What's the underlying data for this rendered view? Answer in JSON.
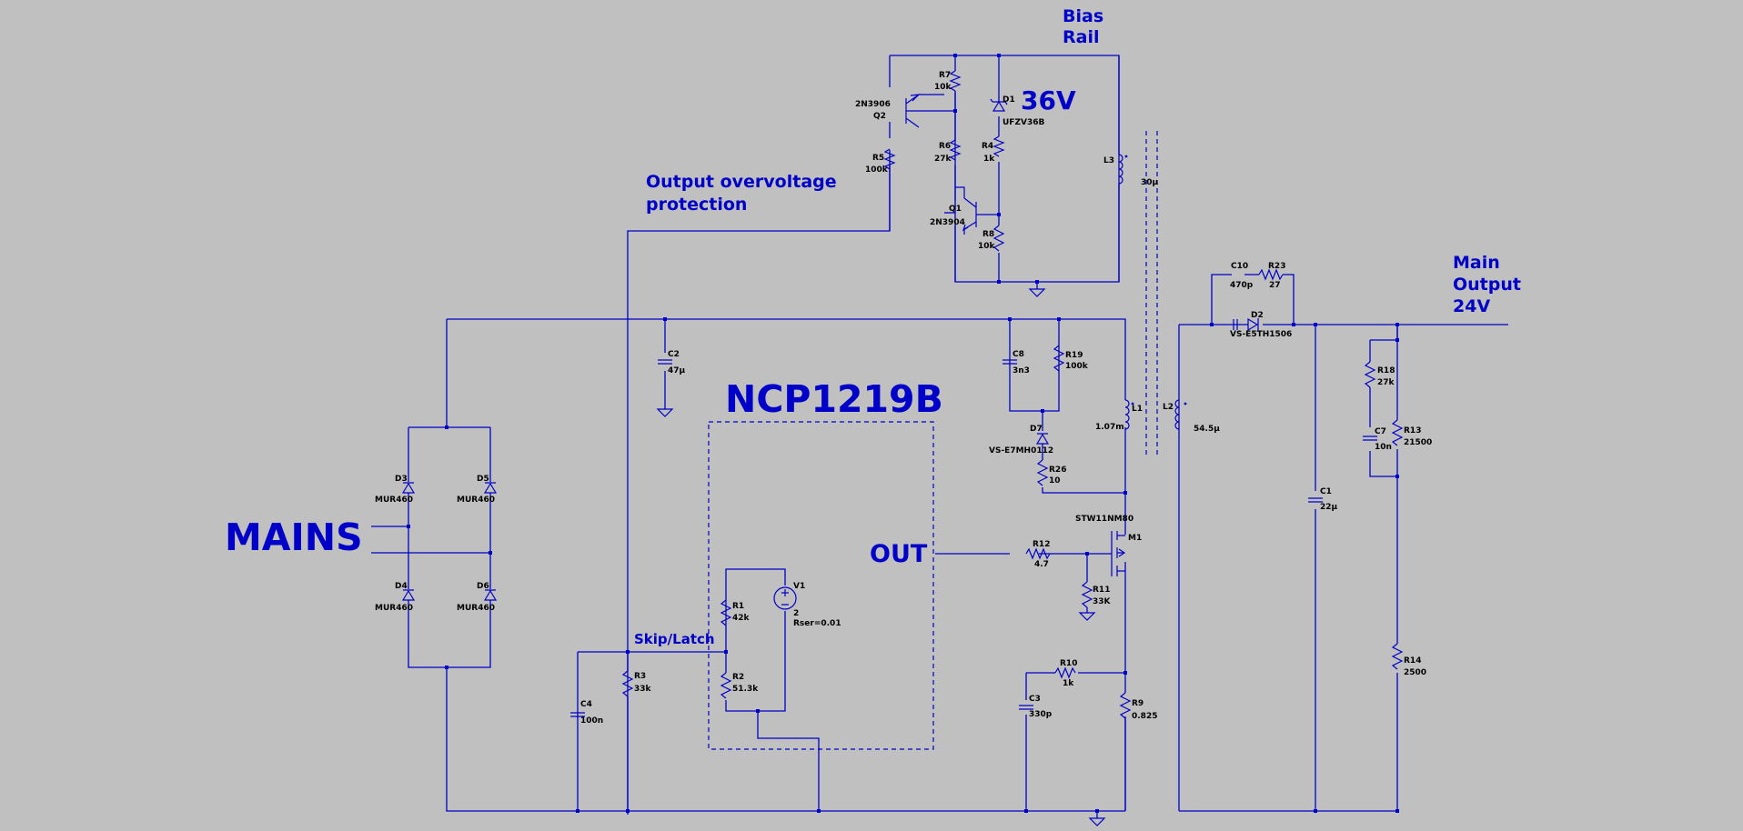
{
  "labels": {
    "bias_rail": [
      "Bias",
      "Rail"
    ],
    "v36": "36V",
    "ovp": [
      "Output overvoltage",
      "protection"
    ],
    "ic": "NCP1219B",
    "mains": "MAINS",
    "out": "OUT",
    "skip": "Skip/Latch",
    "main_output": [
      "Main",
      "Output",
      "24V"
    ]
  },
  "components": [
    {
      "ref": "R7",
      "value": "10k"
    },
    {
      "ref": "Q2",
      "value": "2N3906"
    },
    {
      "ref": "D1",
      "value": "UFZV36B"
    },
    {
      "ref": "R5",
      "value": "100k"
    },
    {
      "ref": "R6",
      "value": "27k"
    },
    {
      "ref": "R4",
      "value": "1k"
    },
    {
      "ref": "L3",
      "value": "30µ"
    },
    {
      "ref": "Q1",
      "value": "2N3904"
    },
    {
      "ref": "R8",
      "value": "10k"
    },
    {
      "ref": "C2",
      "value": "47µ"
    },
    {
      "ref": "C8",
      "value": "3n3"
    },
    {
      "ref": "R19",
      "value": "100k"
    },
    {
      "ref": "L1",
      "value": "1.07m"
    },
    {
      "ref": "D7",
      "value": "VS-E7MH0112"
    },
    {
      "ref": "R26",
      "value": "10"
    },
    {
      "ref": "M1",
      "value": "STW11NM80"
    },
    {
      "ref": "R12",
      "value": "4.7"
    },
    {
      "ref": "R11",
      "value": "33K"
    },
    {
      "ref": "R10",
      "value": "1k"
    },
    {
      "ref": "C3",
      "value": "330p"
    },
    {
      "ref": "R9",
      "value": "0.825"
    },
    {
      "ref": "D3",
      "value": "MUR460"
    },
    {
      "ref": "D5",
      "value": "MUR460"
    },
    {
      "ref": "D4",
      "value": "MUR460"
    },
    {
      "ref": "D6",
      "value": "MUR460"
    },
    {
      "ref": "C4",
      "value": "100n"
    },
    {
      "ref": "R3",
      "value": "33k"
    },
    {
      "ref": "R1",
      "value": "42k"
    },
    {
      "ref": "R2",
      "value": "51.3k"
    },
    {
      "ref": "V1",
      "value": "2",
      "extra": "Rser=0.01"
    },
    {
      "ref": "C10",
      "value": "470p"
    },
    {
      "ref": "R23",
      "value": "27"
    },
    {
      "ref": "D2",
      "value": "VS-E5TH1506"
    },
    {
      "ref": "L2",
      "value": "54.5µ"
    },
    {
      "ref": "C1",
      "value": "22µ"
    },
    {
      "ref": "R18",
      "value": "27k"
    },
    {
      "ref": "C7",
      "value": "10n"
    },
    {
      "ref": "R13",
      "value": "21500"
    },
    {
      "ref": "R14",
      "value": "2500"
    }
  ]
}
